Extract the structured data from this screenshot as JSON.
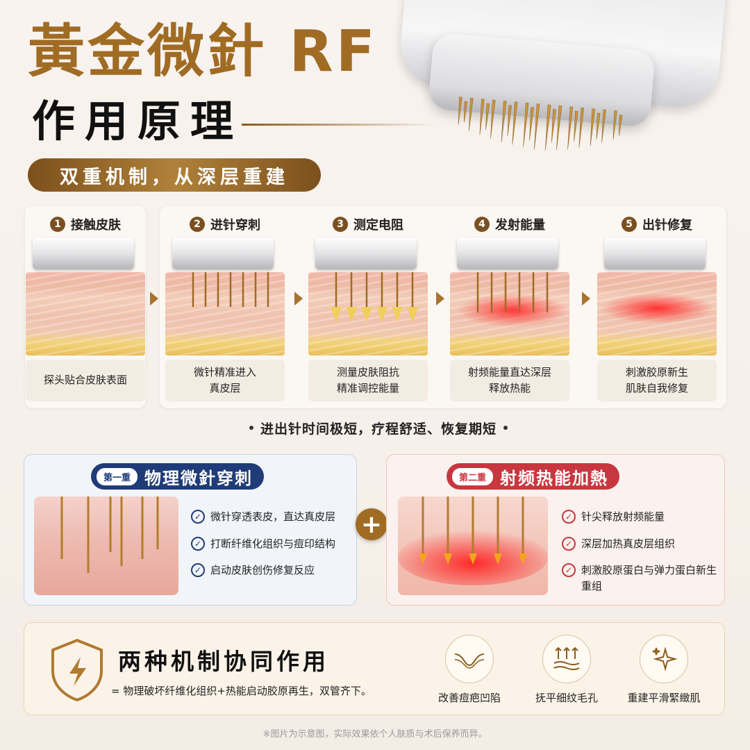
{
  "header": {
    "title": "黃金微針 RF",
    "subtitle": "作用原理",
    "pill": "双重机制，从深层重建"
  },
  "steps": [
    {
      "num": "1",
      "title": "接触皮肤",
      "caption_lines": [
        "探头贴合皮肤表面"
      ]
    },
    {
      "num": "2",
      "title": "进针穿刺",
      "caption_lines": [
        "微针精准进入",
        "真皮层"
      ]
    },
    {
      "num": "3",
      "title": "测定电阻",
      "caption_lines": [
        "测量皮肤阻抗",
        "精准调控能量"
      ]
    },
    {
      "num": "4",
      "title": "发射能量",
      "caption_lines": [
        "射频能量直达深层",
        "释放热能"
      ]
    },
    {
      "num": "5",
      "title": "出针修复",
      "caption_lines": [
        "刺激胶原新生",
        "肌肤自我修复"
      ]
    }
  ],
  "note": "进出针时间极短，疗程舒适、恢复期短",
  "mechanisms": {
    "first": {
      "tag": "第一重",
      "title": "物理微針穿刺",
      "items": [
        "微针穿透表皮，直达真皮层",
        "打断纤维化组织与痘印结构",
        "启动皮肤创伤修复反应"
      ]
    },
    "second": {
      "tag": "第二重",
      "title": "射频热能加熱",
      "items": [
        "针尖释放射频能量",
        "深层加热真皮层组织",
        "刺激胶原蛋白与弹力蛋白新生重组"
      ]
    },
    "plus": "+"
  },
  "bottom": {
    "title": "两种机制协同作用",
    "subtitle": "= 物理破坏纤维化组织+热能启动胶原再生，双管齐下。",
    "benefits": [
      {
        "label": "改善痘疤凹陷",
        "icon": "scar-dip-icon"
      },
      {
        "label": "抚平细纹毛孔",
        "icon": "smooth-lines-icon"
      },
      {
        "label": "重建平滑緊緻肌",
        "icon": "sparkle-icon"
      }
    ]
  },
  "footnote": "※图片为示意图，实际效果依个人肤质与术后保养而异。",
  "colors": {
    "gold": "#a06b23",
    "navy": "#1f3c78",
    "red": "#c8373f"
  }
}
